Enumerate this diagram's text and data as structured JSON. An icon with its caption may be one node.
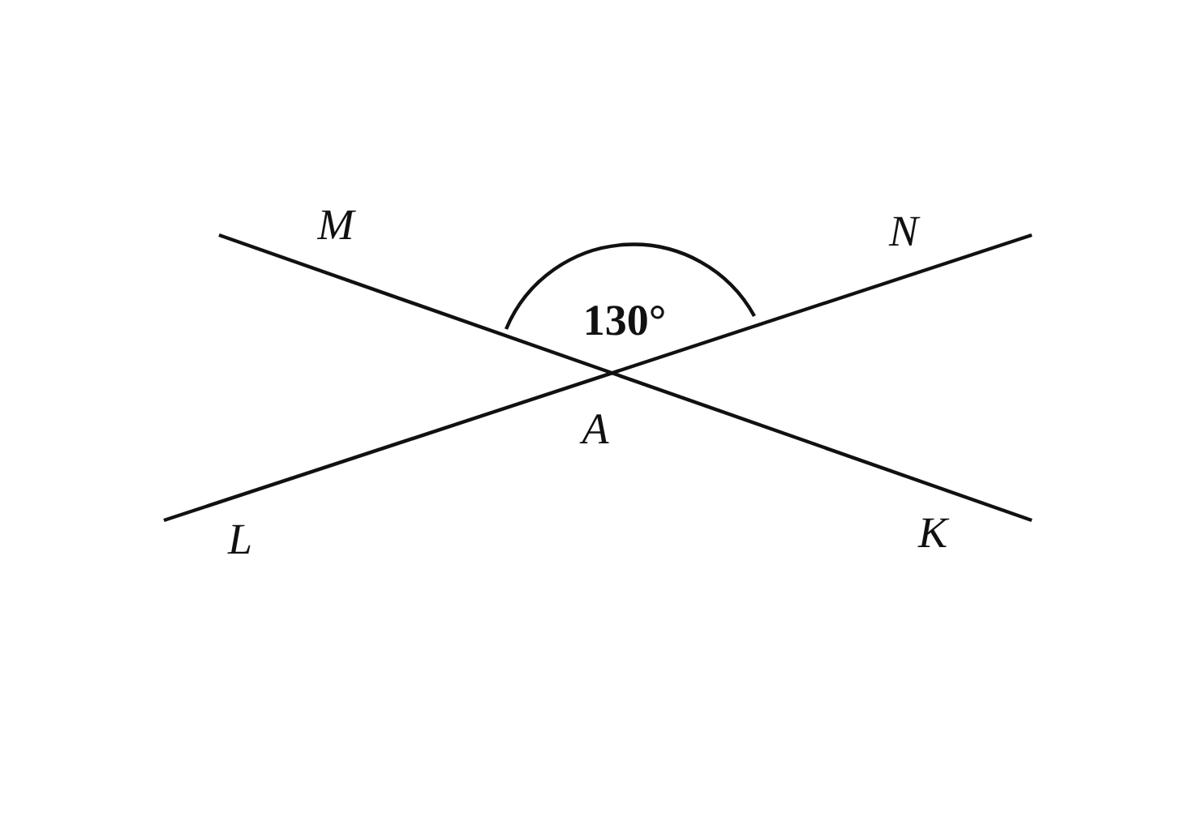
{
  "diagram": {
    "labels": [
      "M",
      "N",
      "130°",
      "A",
      "L",
      "K"
    ]
  }
}
